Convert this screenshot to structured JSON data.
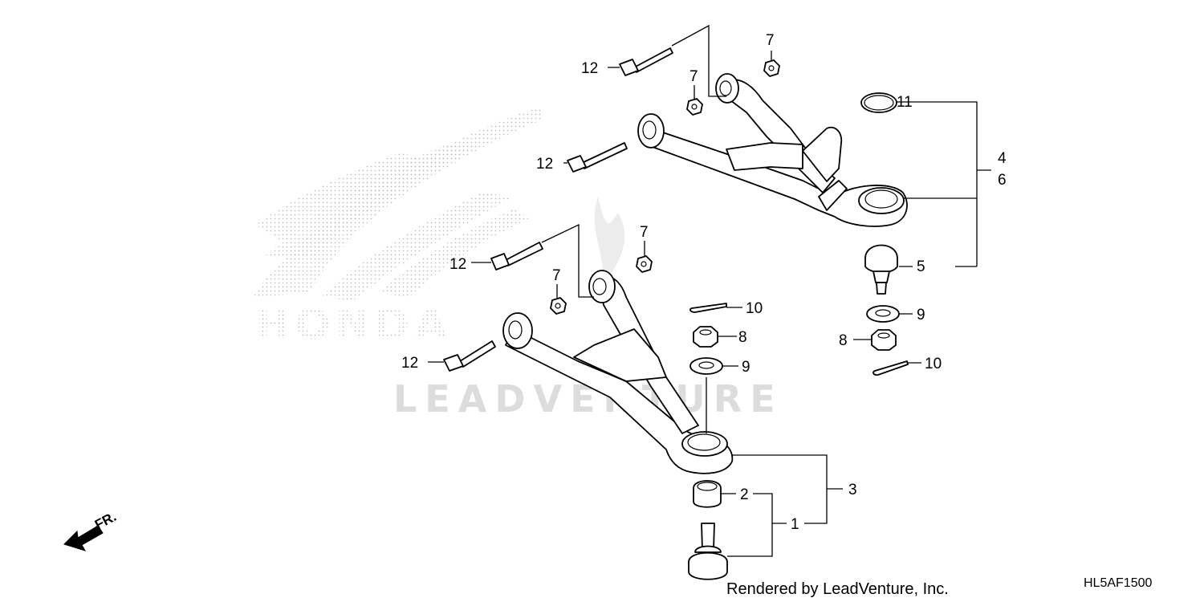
{
  "watermark": {
    "brand": "HONDA",
    "text": "LEADVENTURE"
  },
  "direction_marker": {
    "label": "FR."
  },
  "callouts": {
    "c12a": "12",
    "c12b": "12",
    "c12c": "12",
    "c12d": "12",
    "c7a": "7",
    "c7b": "7",
    "c7c": "7",
    "c7d": "7",
    "c11": "11",
    "c4": "4",
    "c6": "6",
    "c5": "5",
    "c9a": "9",
    "c8a": "8",
    "c10a": "10",
    "c10b": "10",
    "c8b": "8",
    "c9b": "9",
    "c3": "3",
    "c2": "2",
    "c1": "1"
  },
  "footer": {
    "rendered_by": "Rendered by LeadVenture, Inc.",
    "diagram_code": "HL5AF1500"
  }
}
